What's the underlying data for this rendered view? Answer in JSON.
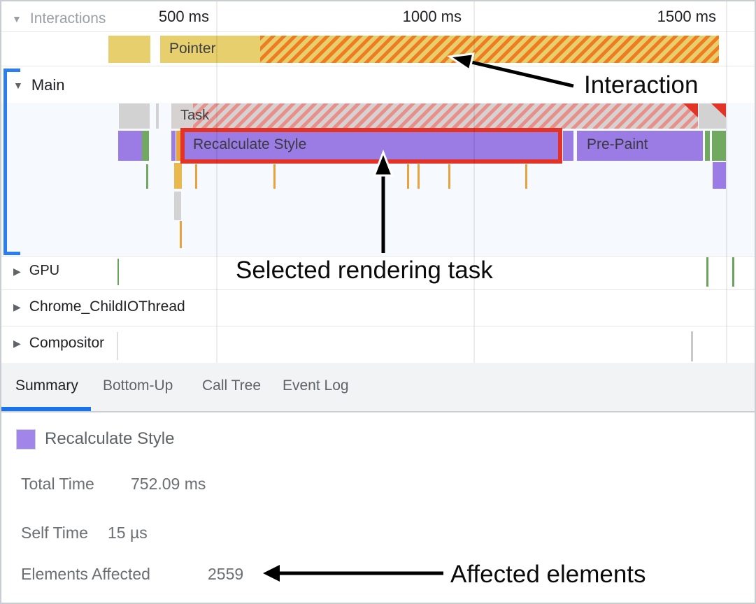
{
  "ruler": {
    "ticks": [
      "500 ms",
      "1000 ms",
      "1500 ms"
    ]
  },
  "interactions_track": {
    "name": "Interactions",
    "pointer_label": "Pointer"
  },
  "main_track": {
    "name": "Main",
    "task_label": "Task",
    "selected_event_label": "Recalculate Style",
    "prepaint_label": "Pre-Paint"
  },
  "other_tracks": {
    "gpu": "GPU",
    "child_io": "Chrome_ChildIOThread",
    "compositor": "Compositor"
  },
  "tabs": [
    {
      "label": "Summary",
      "selected": true
    },
    {
      "label": "Bottom-Up",
      "selected": false
    },
    {
      "label": "Call Tree",
      "selected": false
    },
    {
      "label": "Event Log",
      "selected": false
    }
  ],
  "summary": {
    "title": "Recalculate Style",
    "rows": [
      {
        "label": "Total Time",
        "value": "752.09 ms"
      },
      {
        "label": "Self Time",
        "value": "15 µs"
      },
      {
        "label": "Elements Affected",
        "value": "2559"
      }
    ]
  },
  "annotations": {
    "interaction": "Interaction",
    "selected_task": "Selected rendering task",
    "affected_elements": "Affected elements"
  },
  "colors": {
    "purple_event": "#9a7ce4",
    "green_event": "#72a961",
    "yellow_interaction": "#e7cf6d",
    "orange_hatch": "#f07c20",
    "selection_red": "#e33327",
    "track_bracket_blue": "#2e7df0",
    "tab_accent_blue": "#1a73e8"
  }
}
